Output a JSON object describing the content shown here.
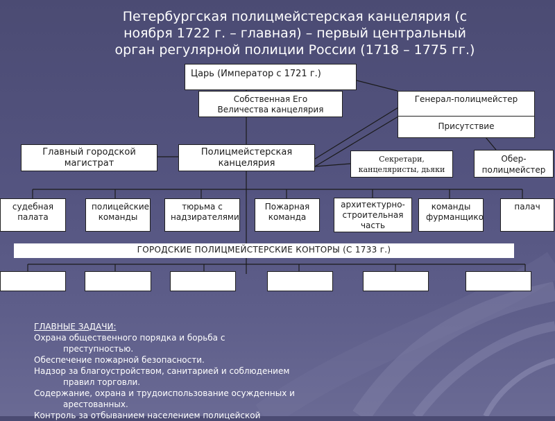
{
  "title": {
    "line1": "Петербургская полицмейстерская канцелярия (с",
    "line2": "ноября 1722 г. – главная) – первый центральный",
    "line3": "орган регулярной полиции России (1718 – 1775 гг.)"
  },
  "nodes": {
    "tsar": "Царь (Император с 1721 г.)",
    "chancellery_own": "Собственная Его Величества канцелярия",
    "general_police": "Генерал-полицмейстер",
    "presence": "Присутствие",
    "magistrat": "Главный городской магистрат",
    "police_chancellery": "Полицмейстерская канцелярия",
    "secretaries": "Секретари, канцеляристы, дьяки",
    "ober_police": "Обер-полицмейстер",
    "court": "судебная палата",
    "police_teams": "полицейские команды",
    "prison": "тюрьма с надзирателями",
    "fire": "Пожарная команда",
    "architecture": "архитектурно-строительная часть",
    "coachmen": "команды фурманщиков",
    "executioner": "палач",
    "city_offices": "ГОРОДСКИЕ ПОЛИЦМЕЙСТЕРСКИЕ КОНТОРЫ (С 1733 г.)"
  },
  "tasks": {
    "heading": "ГЛАВНЫЕ ЗАДАЧИ:",
    "items": [
      {
        "first": "Охрана общественного порядка и борьба с",
        "rest": "преступностью."
      },
      {
        "first": "Обеспечение пожарной безопасности.",
        "rest": ""
      },
      {
        "first": "Надзор за благоустройством, санитарией и соблюдением",
        "rest": "правил  торговли."
      },
      {
        "first": "Содержание, охрана и трудоиспользование осужденных и",
        "rest": "арестованных."
      },
      {
        "first": "Контроль за отбыванием населением полицейской",
        "rest": ""
      }
    ]
  }
}
